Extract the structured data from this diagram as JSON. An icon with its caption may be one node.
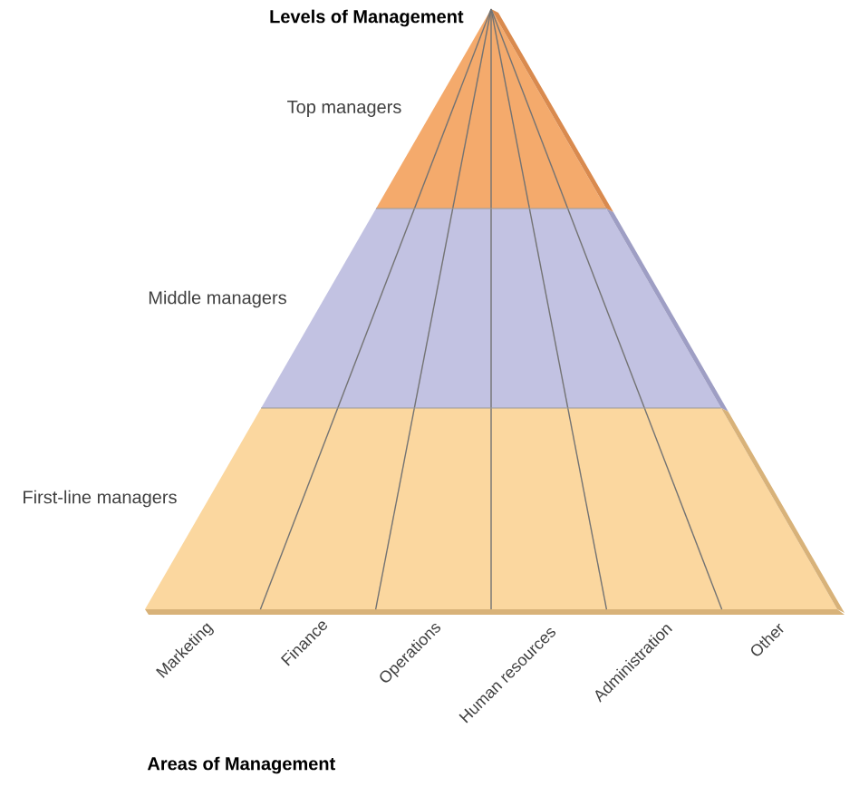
{
  "diagram": {
    "title": "Levels of Management",
    "nodes": [
      {
        "text": [
          "Top managers"
        ]
      },
      {
        "text": [
          "Middle managers"
        ]
      },
      {
        "text": [
          "First-line managers"
        ]
      }
    ],
    "labels": [
      "Marketing",
      "Finance",
      "Operations",
      "Human resources",
      "Administration",
      "Other",
      "Areas of Management"
    ]
  }
}
